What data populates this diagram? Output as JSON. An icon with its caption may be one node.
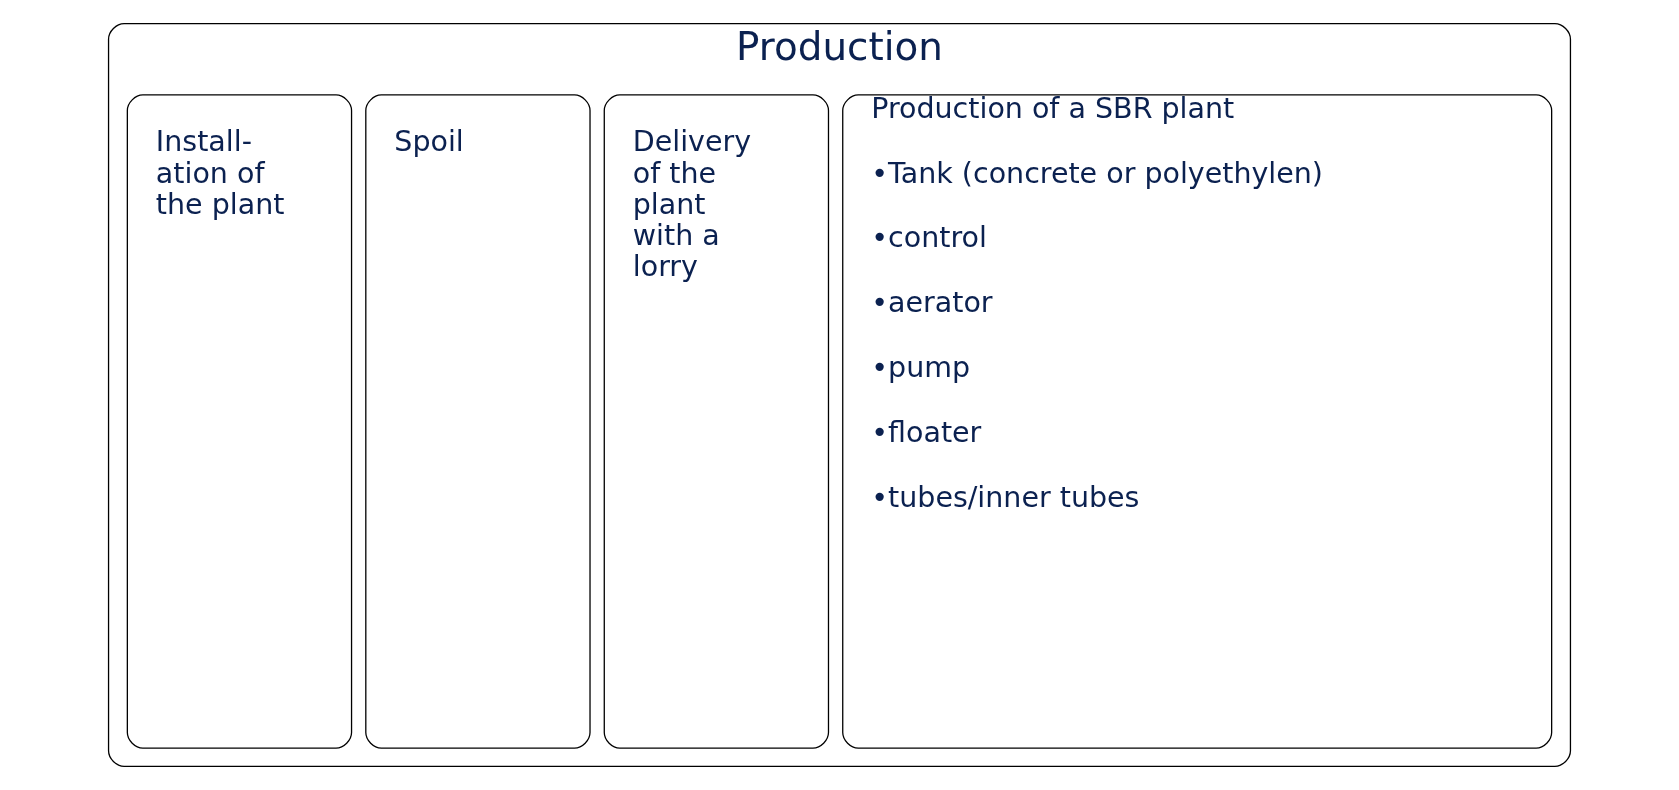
{
  "diagram": {
    "nodes": [
      {
        "text": [
          "Production"
        ]
      },
      {
        "text": [
          "Production of a SBR plant",
          "•Tank (concrete or polyethylen)",
          "•control",
          "•aerator",
          "•pump",
          "•floater",
          "•tubes/inner tubes"
        ],
        "in": 0
      },
      {
        "text": [
          "Delivery of the plant with a lorry"
        ],
        "in": 0
      },
      {
        "text": [
          "Spoil"
        ],
        "in": 0
      },
      {
        "text": [
          "Install- ation of the plant"
        ],
        "in": 0
      }
    ],
    "edges": []
  }
}
